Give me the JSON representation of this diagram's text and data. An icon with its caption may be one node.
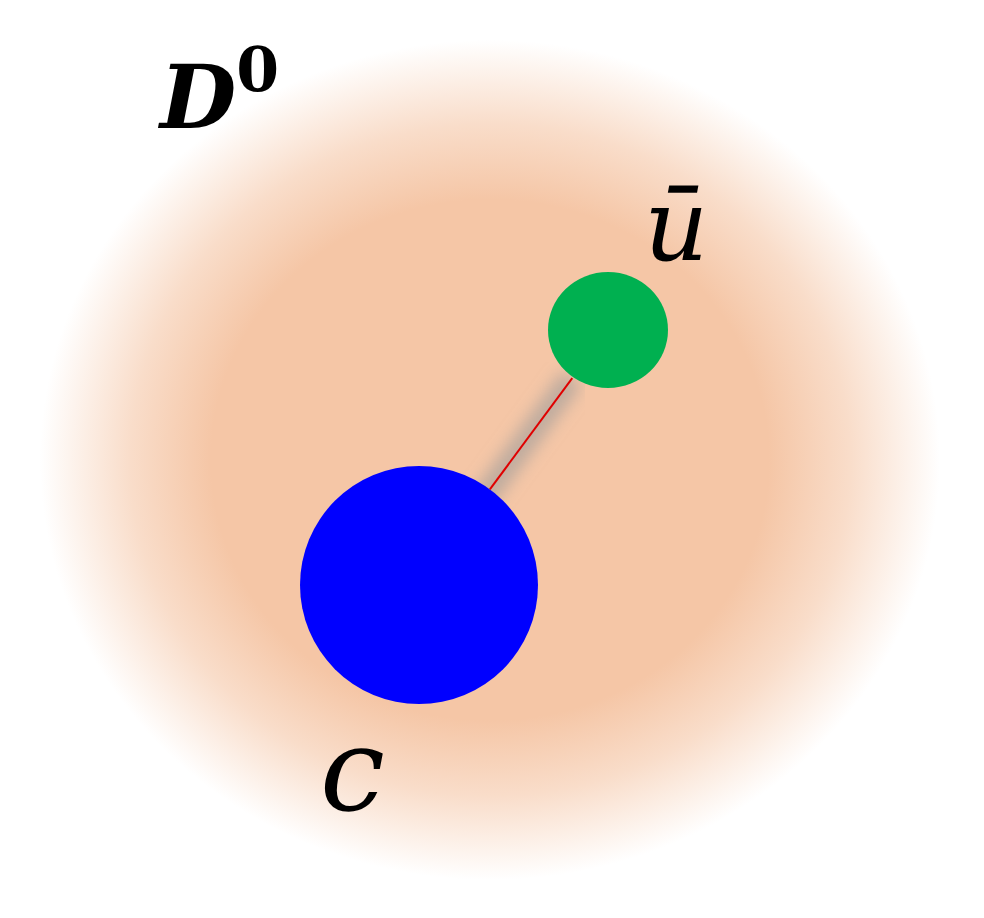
{
  "diagram": {
    "nodes": [
      {
        "text": [
          "D$^{0}$"
        ]
      },
      {
        "text": [],
        "shape": "circle",
        "in": 0,
        "beside": [
          "ū"
        ]
      },
      {
        "text": [],
        "shape": "circle",
        "in": 0,
        "beside": [
          "c"
        ]
      }
    ],
    "edges": [
      {
        "from": 1,
        "to": 2,
        "arrow": "none"
      }
    ]
  }
}
